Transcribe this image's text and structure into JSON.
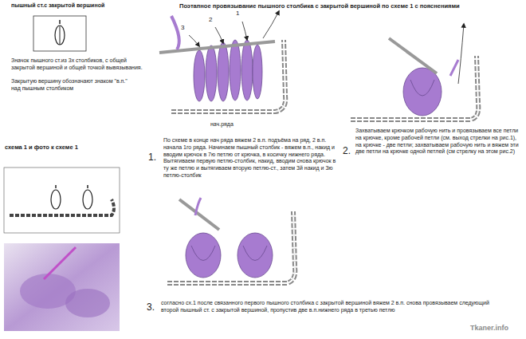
{
  "diagram": {
    "title": "Поэтапное провязывание пышного столбика с закрытой вершиной по схеме 1 с пояснениями",
    "labels": [
      "пышный ст.с закрытой вершиной",
      "Значок пышного ст.из 3х столбиков, с общей закрытой вершиной и общей точкой вывязывания.",
      "Закрытую вершину обозначают знаком \"в.п.\" над пышным столбиком",
      "схема 1 и фото к схеме 1",
      "3",
      "2",
      "1",
      "нач.ряда",
      "1.",
      "По схеме в конце нач ряда вяжем 2 в.п. подъёма на ряд, 2 в.п. начала 1го ряда. Начинаем пышный столбик - вяжем в.п., накид и вводим крючок в 7ю петлю от крючка, в косичку нижнего ряда. Вытягиваем первую петлю-столбик, накид, вводим снова крючок в ту же петлю и вытягиваем вторую петлю-ст., затем 3й накид и 3ю петлю-столбик",
      "2.",
      "Захватываем крючком рабочую нить и провязываем все петли на крючке, кроме рабочей петли (см. выход стрелки на рис.1), на крючке - две петли; захватываем рабочую нить и вяжем эти две петли на крючке одной петлей (см стрелку на этом рис.2)",
      "3.",
      "согласно сх.1 после связанного первого пышного столбика с закрытой вершиной вяжем 2 в.п. снова провязываем следующий второй пышный ст. с закрытой вершиной, пропустив две в.п.нижнего ряда в третью петлю",
      "Tkaner.info"
    ]
  }
}
